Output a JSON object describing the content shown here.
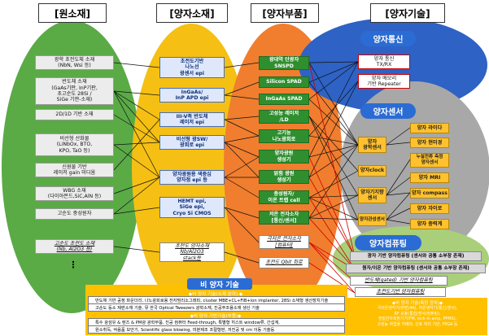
{
  "headers": {
    "raw": "[원소재]",
    "quantum_material": "[양자소재]",
    "quantum_part": "[양자부품]",
    "quantum_tech": "[양자기술]"
  },
  "raw_materials": [
    "광학 초전도체 소재\n(NbN, Wsi 등)",
    "반도체 소재\n(GaAs기판, InP기판,\n초고순도 28Si /\nSiGe 기판-소재)",
    "2D/1D 기반 소재",
    "비선형 산화물\n(LiNbOx, BTO,\nKPO, TaO 등)",
    "신원물 기반\n레이저 gain 미디움",
    "WBG 소재\n(다이아몬드,SiC,AlN 등)",
    "고순도 중성원자",
    "고순도 초전도 소재\n(Nb, Al2O3 등)",
    "⋮"
  ],
  "quantum_materials": [
    "초전도기반\n나노선\n광센서 epi",
    "InGaAs/\nInP APD epi",
    "III-V족 반도체\n레이저 epi",
    "비선형 광SW/\n광회로 epi",
    "양자광원용 색중심\n양자점 epi 등",
    "HEMT epi,\nSiGe epi,\nCryo Si CMOS",
    "초전도 양자소재\nNb/Al2O3\nstack등"
  ],
  "quantum_parts": [
    "광대역 단광자\nSNSPD",
    "Silicon SPAD",
    "InGaAs SPAD",
    "고성능 레이저\n/LD",
    "고기능\n나노광회로",
    "양자광원\n생성기",
    "얽힘 광원\n생성기",
    "중성원자/\n이온 트랩 cell",
    "저온 전자소자\n[통신/센서]",
    "극저온 전자소자\n[컴퓨터]",
    "초전도 Qbit 회로"
  ],
  "tech_groups": {
    "comm": "양자통신",
    "sensor": "양자센서",
    "computing": "양자컴퓨팅"
  },
  "comm_items": [
    "양자 통신\nTX/RX",
    "양자 메모리\n기반 Repeater"
  ],
  "sensor_left": [
    "양자\n광학센서",
    "양자clock",
    "양자기지향\n센서",
    "양자관성센서"
  ],
  "sensor_right": [
    "양자 라이다",
    "양자 현미경",
    "누설전류 측정\n양자센서",
    "양자 MRI",
    "양자 compass",
    "양자 자이로",
    "양자 중력계"
  ],
  "computing_items": [
    "광자 기반 양자컴퓨팅 (센서와 공통 소부장 존재)",
    "원자/이온 기반 양자컴퓨팅 (센서와 공통 소부장 존재)",
    "반도체(gated) 기반 양자컴퓨팅",
    "초전도기반 양자컴퓨팅"
  ],
  "non_quantum": {
    "title": "비 양자 기술",
    "sub1": "◆비 양자 기술(소재 분야) ◆",
    "line1a": "반도체 기반 공정 파운더리, 나노광회로용 전자빔리소그래피, cluster MBE+CL+FIB+ion implanter, 28Si 소재형 생산장치기술",
    "line1b": "고순도 등소 제련소재 기술, 뮤 한국 Optical Tweezers 광학소재, 진공주조용소재 생산 기술",
    "sub2": "◆비 양자 기반기술(부품)◆",
    "line2a": "특수 광섬유 & 렌즈 & PM광 광학부품, 진공 컴퓨터 Feed-through, 특별형 히스트 window류, 간섭계,",
    "line2b": "원소취득, 억음품 보안기, Scientific glass blowing, 미분제조 조절형판, 저진공 및 cm 이동 기술등",
    "right_title": "◆비 양자 기술(측정 장치)◆",
    "right_lines": "극저온냉각기/관련(4K), 저온냉각기(통신/센서),\nRF 모듈(통합/센서/컴퓨팅),\n정밀전자측정기기(FM, lock-in amp, PPMS),\n고성능 자업을 카메라, 신호 처리 기반, FPGA 등"
  },
  "colors": {
    "raw_ellipse": "#5aaa46",
    "material_ellipse": "#f5c013",
    "part_ellipse": "#f07e2e",
    "comm_ellipse": "#2e62c4",
    "sensor_ellipse": "#a8a8a8",
    "computing_ellipse": "#a9cf7a",
    "accent_red": "#c00000",
    "group_pill": "#2b6cd4"
  }
}
